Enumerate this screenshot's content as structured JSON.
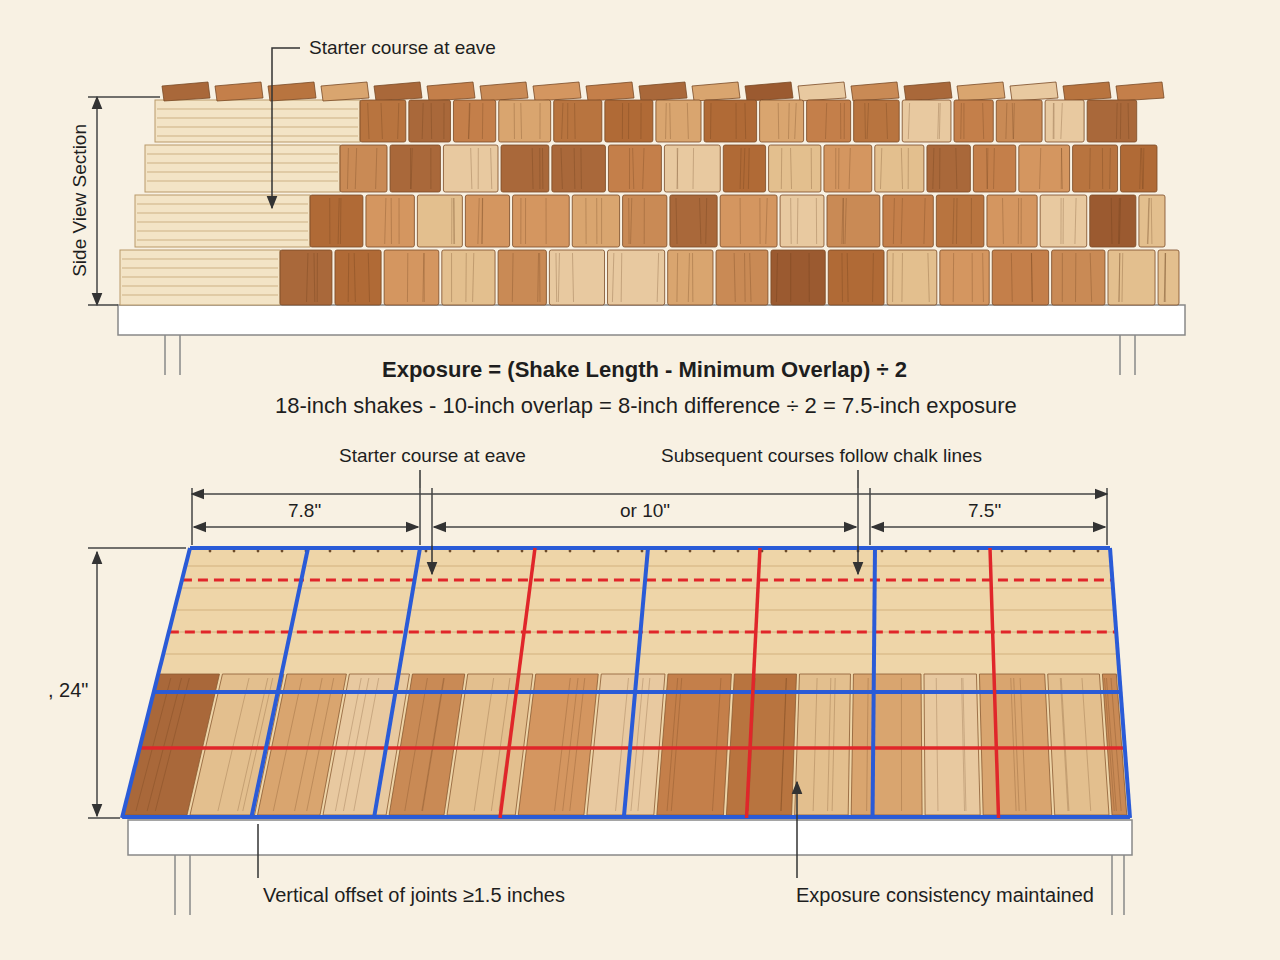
{
  "diagram": {
    "labels": [
      "Starter course at eave",
      "Side View Section",
      "Exposure = (Shake Length - Minimum Overlap) ÷ 2",
      "18-inch shakes - 10-inch overlap = 8-inch difference ÷ 2 = 7.5-inch exposure",
      "Starter course at eave",
      "Subsequent courses follow chalk lines",
      "7.8\"",
      "or 10\"",
      "7.5\"",
      ", 24\"",
      "Vertical offset of joints ≥1.5 inches",
      "Exposure consistency maintained"
    ]
  }
}
